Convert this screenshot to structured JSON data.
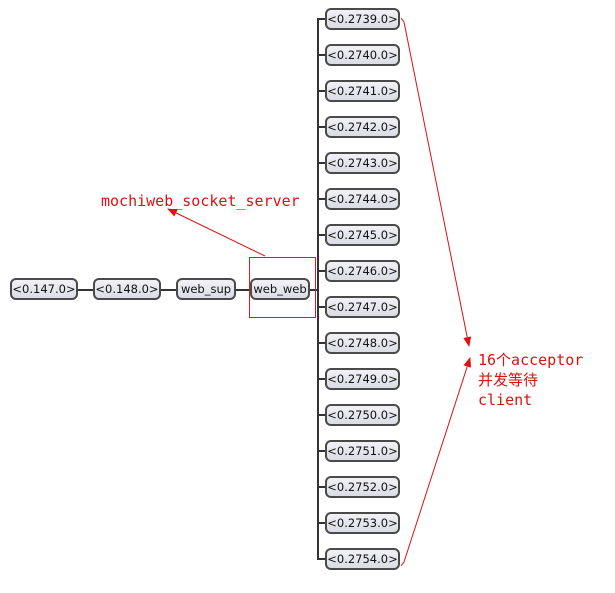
{
  "tree": {
    "chain": [
      {
        "id": "n0",
        "label": "<0.147.0>"
      },
      {
        "id": "n1",
        "label": "<0.148.0>"
      },
      {
        "id": "n2",
        "label": "web_sup"
      },
      {
        "id": "n3",
        "label": "web_web"
      }
    ],
    "children": [
      "<0.2739.0>",
      "<0.2740.0>",
      "<0.2741.0>",
      "<0.2742.0>",
      "<0.2743.0>",
      "<0.2744.0>",
      "<0.2745.0>",
      "<0.2746.0>",
      "<0.2747.0>",
      "<0.2748.0>",
      "<0.2749.0>",
      "<0.2750.0>",
      "<0.2751.0>",
      "<0.2752.0>",
      "<0.2753.0>",
      "<0.2754.0>"
    ]
  },
  "annotations": {
    "module_label": "mochiweb_socket_server",
    "acceptor_line1": "16个acceptor",
    "acceptor_line2": "并发等待",
    "acceptor_line3": "client"
  },
  "colors": {
    "annotation": "#dd1111",
    "node_border": "#4a4a4a",
    "node_fill": "#e4e4ec",
    "wire": "#333333"
  }
}
